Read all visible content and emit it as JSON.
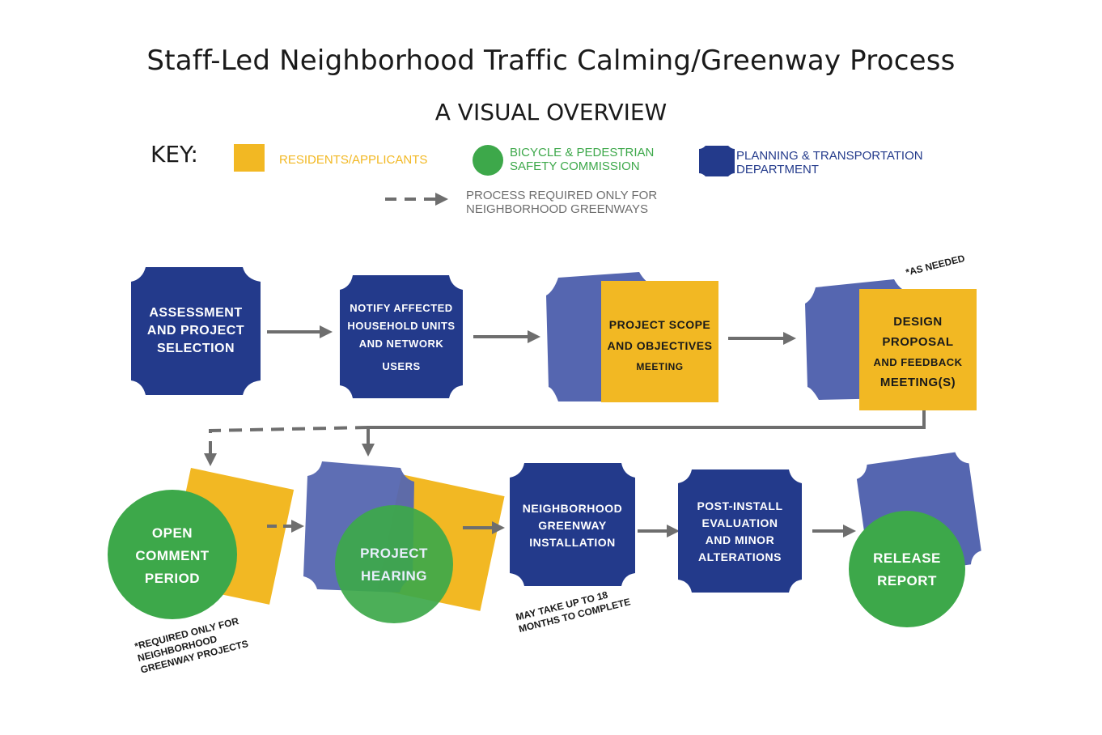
{
  "title": "Staff-Led Neighborhood Traffic Calming/Greenway Process",
  "subtitle": "A VISUAL OVERVIEW",
  "key": {
    "label": "KEY:",
    "residents": "RESIDENTS/APPLICANTS",
    "bpsc_line1": "BICYCLE & PEDESTRIAN",
    "bpsc_line2": "SAFETY COMMISSION",
    "ptd_line1": "PLANNING & TRANSPORTATION",
    "ptd_line2": "DEPARTMENT",
    "dashed_line1": "PROCESS REQUIRED ONLY FOR",
    "dashed_line2": "NEIGHBORHOOD GREENWAYS"
  },
  "colors": {
    "navy": "#233a8b",
    "periwinkle": "#5566b0",
    "yellow": "#f2b823",
    "green": "#3da84a",
    "arrow": "#6e6e6e"
  },
  "nodes": {
    "assessment": [
      "ASSESSMENT",
      "AND PROJECT",
      "SELECTION"
    ],
    "notify": [
      "NOTIFY AFFECTED",
      "HOUSEHOLD UNITS",
      "AND NETWORK",
      "USERS"
    ],
    "scope": [
      "PROJECT SCOPE",
      "AND OBJECTIVES",
      "MEETING"
    ],
    "design": [
      "DESIGN",
      "PROPOSAL",
      "AND FEEDBACK",
      "MEETING(S)"
    ],
    "comment": [
      "OPEN",
      "COMMENT",
      "PERIOD"
    ],
    "hearing": [
      "PROJECT",
      "HEARING"
    ],
    "installation": [
      "NEIGHBORHOOD",
      "GREENWAY",
      "INSTALLATION"
    ],
    "evaluation": [
      "POST-INSTALL",
      "EVALUATION",
      "AND MINOR",
      "ALTERATIONS"
    ],
    "report": [
      "RELEASE",
      "REPORT"
    ]
  },
  "notes": {
    "as_needed": "*AS NEEDED",
    "comment_note_1": "*REQUIRED ONLY FOR",
    "comment_note_2": "NEIGHBORHOOD",
    "comment_note_3": "GREENWAY PROJECTS",
    "install_note_1": "MAY TAKE UP TO 18",
    "install_note_2": "MONTHS TO COMPLETE"
  }
}
